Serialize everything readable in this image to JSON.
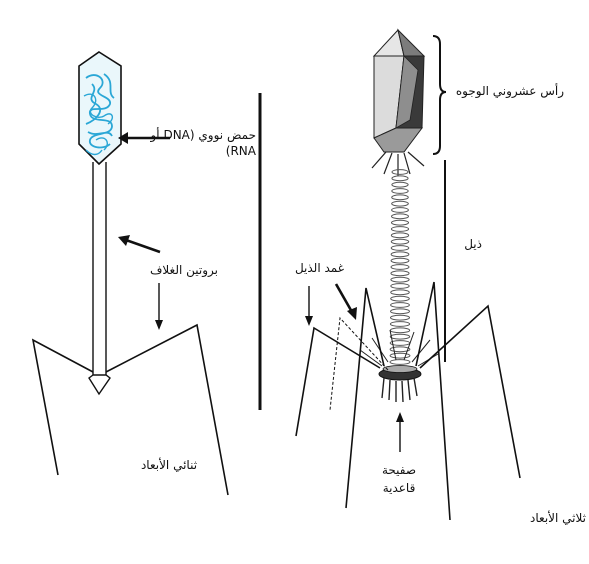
{
  "labels": {
    "dna": "حمض نووي (DNA أو RNA)",
    "capsid_protein": "بروتين الغلاف",
    "left_tail_fibers": "ثنائي الأبعاد",
    "head": "رأس عشروني الوجوه",
    "tail": "ذيل",
    "tail_sheath": "غمد الذيل",
    "base_plate_line1": "صفيحة",
    "base_plate_line2": "قاعدية",
    "right_tail_fibers": "ثلاثي الأبعاد"
  },
  "colors": {
    "ink": "#111111",
    "dna": "#2aa7d6",
    "head_face_light": "#cfcfcf",
    "head_face_mid": "#9a9a9a",
    "head_face_dark": "#3a3a3a",
    "head_left_fill": "#eaf7fb"
  }
}
